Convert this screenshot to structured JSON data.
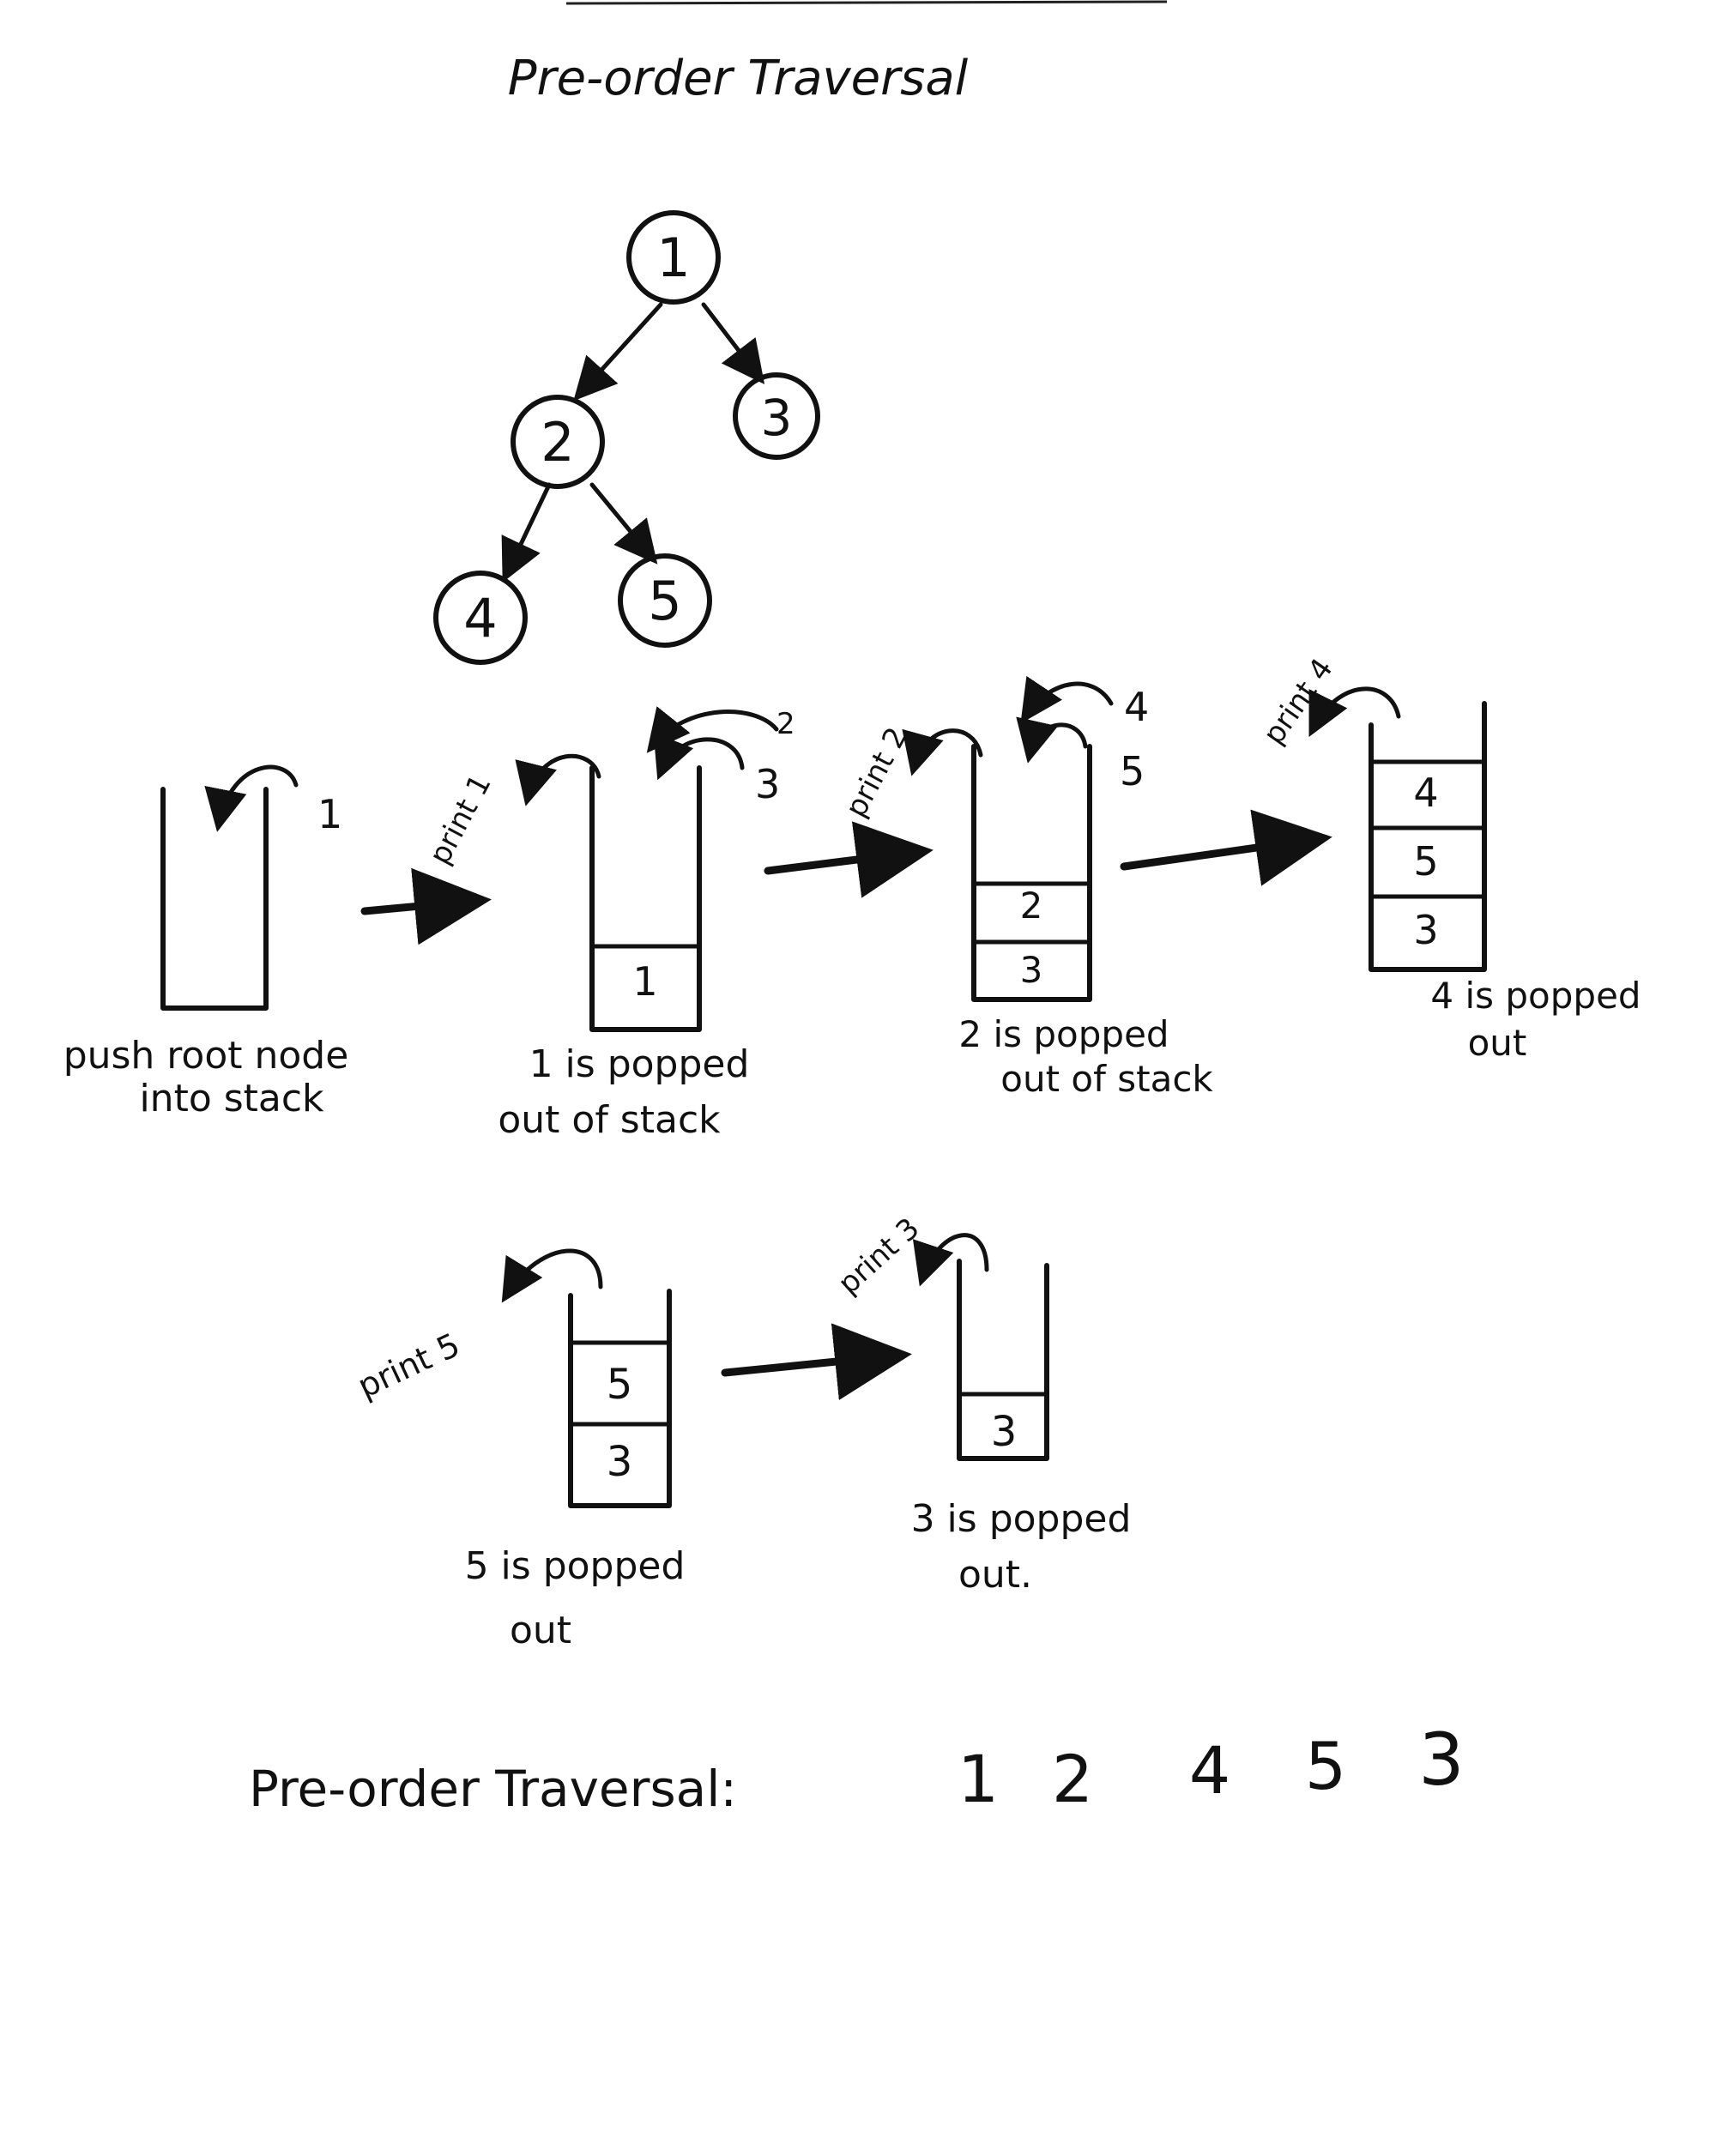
{
  "title": "Pre-order Traversal",
  "tree": {
    "nodes": [
      {
        "id": "n1",
        "label": "1"
      },
      {
        "id": "n2",
        "label": "2"
      },
      {
        "id": "n3",
        "label": "3"
      },
      {
        "id": "n4",
        "label": "4"
      },
      {
        "id": "n5",
        "label": "5"
      }
    ]
  },
  "steps": [
    {
      "caption_line1": "push root node",
      "caption_line2": "into stack",
      "print_label": "",
      "stack": [],
      "push_labels": [
        "1"
      ]
    },
    {
      "caption_line1": "1 is popped",
      "caption_line2": "out of stack",
      "print_label": "print 1",
      "stack": [
        "1"
      ],
      "push_labels": [
        "3",
        "2"
      ]
    },
    {
      "caption_line1": "2 is popped",
      "caption_line2": "out of stack",
      "print_label": "print 2",
      "stack": [
        "2",
        "3"
      ],
      "push_labels": [
        "5",
        "4"
      ]
    },
    {
      "caption_line1": "4 is popped",
      "caption_line2": "out",
      "print_label": "print 4",
      "stack": [
        "4",
        "5",
        "3"
      ],
      "push_labels": []
    },
    {
      "caption_line1": "5 is popped",
      "caption_line2": "out",
      "print_label": "print 5",
      "stack": [
        "5",
        "3"
      ],
      "push_labels": []
    },
    {
      "caption_line1": "3 is popped",
      "caption_line2": "out.",
      "print_label": "print 3",
      "stack": [
        "3"
      ],
      "push_labels": []
    }
  ],
  "result": {
    "label": "Pre-order Traversal:",
    "sequence": [
      "1",
      "2",
      "4",
      "5",
      "3"
    ]
  }
}
